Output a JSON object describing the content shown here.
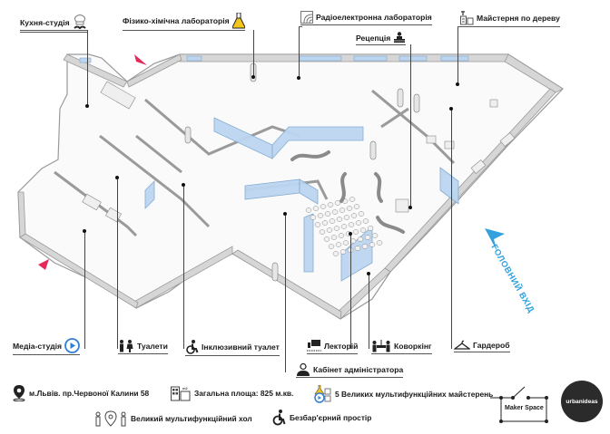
{
  "title": "Maker Space floor plan",
  "colors": {
    "accent_blue": "#33a1de",
    "accent_pink": "#e52a5a",
    "glass": "#bcd6f0",
    "wall": "#cfcfcf",
    "logo_bg": "#2b2b2b",
    "flask_yellow": "#f2c51c",
    "media_blue": "#2f7fd6"
  },
  "rooms": [
    {
      "id": "kitchen",
      "label": "Кухня-студія",
      "icon": "chef-icon"
    },
    {
      "id": "chem-lab",
      "label": "Фізико-хімічна лабораторія",
      "icon": "flask-icon"
    },
    {
      "id": "radio-lab",
      "label": "Радіоелектронна лабораторія",
      "icon": "radio-board-icon"
    },
    {
      "id": "reception",
      "label": "Рецепція",
      "icon": "reception-desk-icon"
    },
    {
      "id": "woodshop",
      "label": "Майстерня по дереву",
      "icon": "tools-icon"
    },
    {
      "id": "media-studio",
      "label": "Медіа-студія",
      "icon": "play-icon"
    },
    {
      "id": "toilets",
      "label": "Туалети",
      "icon": "restroom-icon"
    },
    {
      "id": "inclusive-toilet",
      "label": "Інклюзивний туалет",
      "icon": "wheelchair-icon"
    },
    {
      "id": "lecture-hall",
      "label": "Лекторій",
      "icon": "lecture-icon"
    },
    {
      "id": "admin-office",
      "label": "Кабінет адміністратора",
      "icon": "admin-icon"
    },
    {
      "id": "coworking",
      "label": "Коворкінг",
      "icon": "coworking-icon"
    },
    {
      "id": "wardrobe",
      "label": "Гардероб",
      "icon": "hanger-icon"
    }
  ],
  "entrance": {
    "label": "ГОЛОВНИЙ ВХІД",
    "icon": "entrance-arrow-icon"
  },
  "footer": {
    "address": {
      "text": "м.Львів. пр.Червоної Калини 58",
      "icon": "location-pin-icon"
    },
    "area": {
      "text": "Загальна площа: 825 м.кв.",
      "icon": "floor-area-icon",
      "icon_tag": "m2"
    },
    "workshops": {
      "text": "5 Великих мультифункційних майстерень",
      "icon": "workshops-icon"
    },
    "hall": {
      "text": "Великий мультифункційний хол",
      "icon": "hall-icon"
    },
    "barrier_free": {
      "text": "Безбар'єрний простір",
      "icon": "wheelchair-icon"
    }
  },
  "brand": {
    "maker_space": "Maker Space",
    "urbanideas": "urbanideas"
  }
}
